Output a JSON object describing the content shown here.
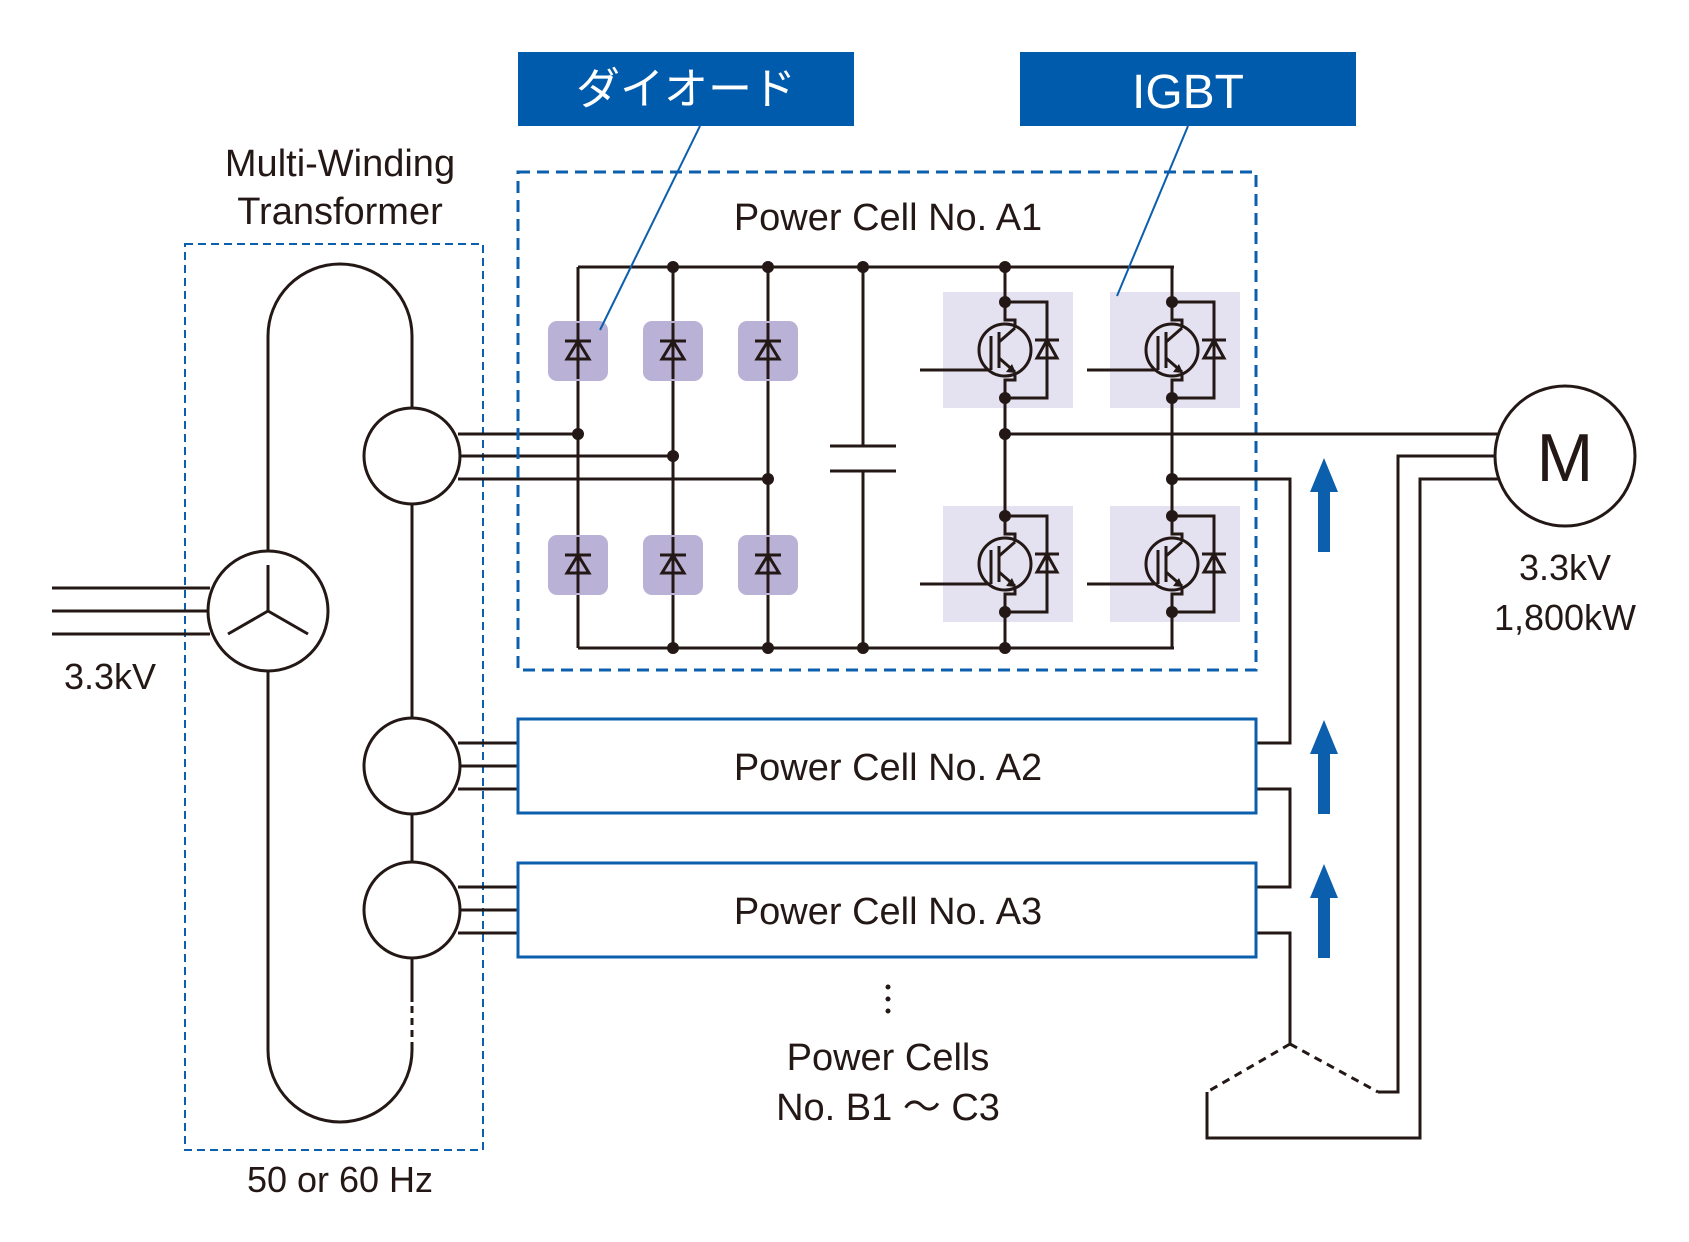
{
  "labels": {
    "transformer_line1": "Multi-Winding",
    "transformer_line2": "Transformer",
    "input_voltage": "3.3kV",
    "frequency": "50 or 60 Hz",
    "cell_a1": "Power Cell  No. A1",
    "cell_a2": "Power Cell  No. A2",
    "cell_a3": "Power Cell  No. A3",
    "cells_more_line1": "Power Cells",
    "cells_more_line2": "No. B1 ～ C3",
    "motor_symbol": "M",
    "motor_voltage": "3.3kV",
    "motor_power": "1,800kW",
    "callout_diode": "ダイオード",
    "callout_igbt": "IGBT"
  },
  "colors": {
    "line": "#231815",
    "accent_blue": "#0b5fad",
    "callout_bg": "#005bac",
    "diode_bg": "#b9b2d6",
    "igbt_bg": "#e4e2f0"
  }
}
